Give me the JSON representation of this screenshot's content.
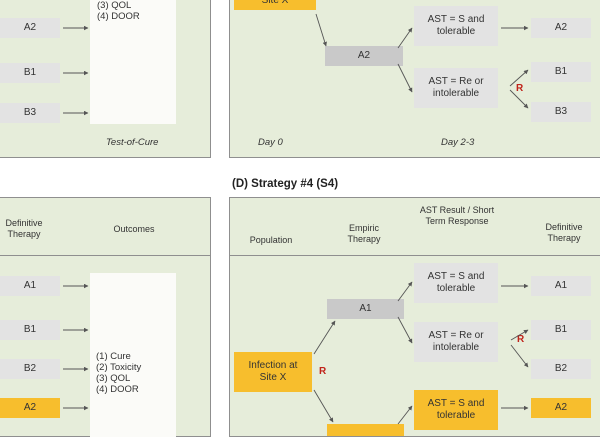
{
  "top_left": {
    "outcomes": [
      "(3) QOL",
      "(4) DOOR"
    ],
    "therapies": [
      "A2",
      "B1",
      "B3"
    ],
    "footer": "Test-of-Cure"
  },
  "top_right": {
    "site_label": "Site X",
    "empiric": "A2",
    "result_top": "AST = S and tolerable",
    "result_bottom": "AST = Re or intolerable",
    "definitive": [
      "A2",
      "B1",
      "B3"
    ],
    "randomize_mark": "R",
    "day0": "Day 0",
    "day23": "Day 2-3"
  },
  "panel_d_title": "(D) Strategy #4 (S4)",
  "bottom_left": {
    "col_definitive": "Definitive Therapy",
    "col_outcomes": "Outcomes",
    "therapies": [
      "A1",
      "B1",
      "B2",
      "A2"
    ],
    "outcomes": [
      "(1) Cure",
      "(2) Toxicity",
      "(3) QOL",
      "(4) DOOR"
    ]
  },
  "bottom_right": {
    "col_population": "Population",
    "col_empiric": "Empiric Therapy",
    "col_ast": "AST Result / Short Term Response",
    "col_definitive": "Definitive Therapy",
    "empiric": "A1",
    "population": "Infection at Site X",
    "result_1": "AST = S and tolerable",
    "result_2": "AST = Re or intolerable",
    "result_3": "AST = S and tolerable",
    "definitive": [
      "A1",
      "B1",
      "B2",
      "A2"
    ],
    "randomize_mark": "R"
  },
  "colors": {
    "panel_bg": "#e6edda",
    "gray_box": "#c9c9c9",
    "light_box": "#e3e3e3",
    "highlight": "#f7be2d",
    "randomize": "#c0231a"
  }
}
